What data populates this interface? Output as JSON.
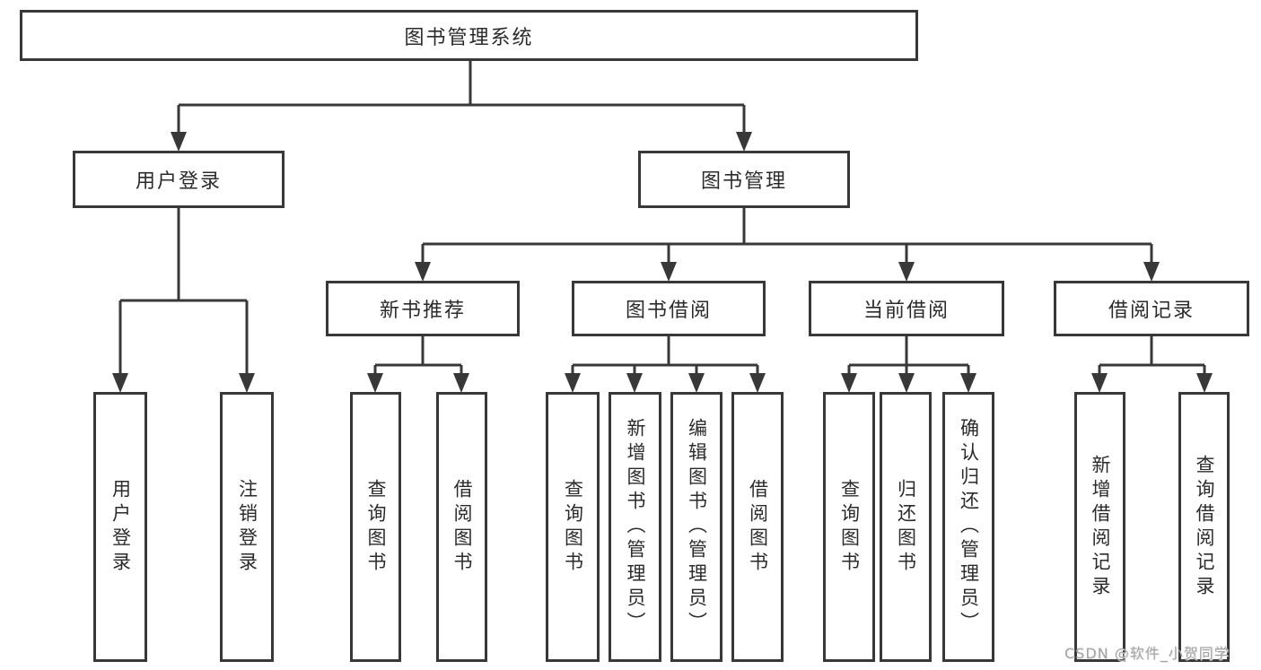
{
  "colors": {
    "background": "#ffffff",
    "line": "#383838",
    "box_border": "#383838",
    "text": "#2b2b2b",
    "watermark": "#a3a3a3"
  },
  "diagram": {
    "title": "图书管理系统",
    "level2": {
      "user_login": "用户登录",
      "book_management": "图书管理"
    },
    "level3": {
      "new_book_recommend": "新书推荐",
      "book_borrowing": "图书借阅",
      "current_borrowing": "当前借阅",
      "borrowing_records": "借阅记录"
    },
    "leaves": {
      "user_login": {
        "login": "用户登录",
        "logout": "注销登录"
      },
      "new_book_recommend": {
        "query_books": "查询图书",
        "borrow_books": "借阅图书"
      },
      "book_borrowing": {
        "query_books": "查询图书",
        "add_books": "新增图书（管理员）",
        "edit_books": "编辑图书（管理员）",
        "borrow_books": "借阅图书"
      },
      "current_borrowing": {
        "query_books": "查询图书",
        "return_books": "归还图书",
        "confirm_return": "确认归还（管理员）"
      },
      "borrowing_records": {
        "add_record": "新增借阅记录",
        "query_record": "查询借阅记录"
      }
    }
  },
  "watermark": {
    "text": "CSDN @软件_小贺同学"
  }
}
